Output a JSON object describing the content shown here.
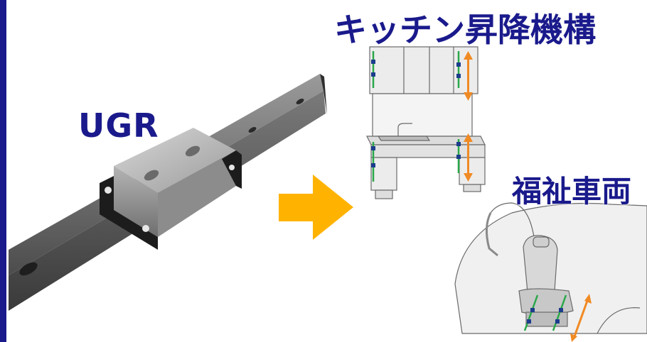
{
  "product": {
    "name": "UGR"
  },
  "applications": [
    {
      "label": "キッチン昇降機構"
    },
    {
      "label": "福祉車両"
    }
  ],
  "colors": {
    "brand": "#1a1a8c",
    "arrow": "#ffb300",
    "motion_arrow": "#f08a24",
    "rail_accent": "#2aa84a",
    "slider_dot": "#1c3d8c"
  },
  "icons": [
    "linear-guide-image",
    "right-arrow-icon",
    "kitchen-cabinet-image",
    "vehicle-seat-image"
  ]
}
